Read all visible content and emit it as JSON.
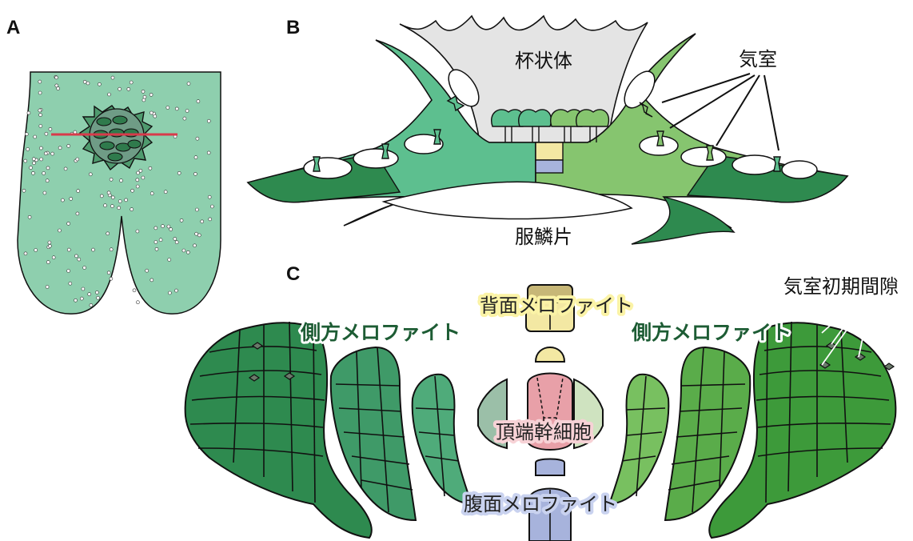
{
  "panels": {
    "a": "A",
    "b": "B",
    "c": "C"
  },
  "panel_b": {
    "cup_label": "杯状体",
    "air_chamber_label": "気室",
    "scale_label": "服鱗片"
  },
  "panel_c": {
    "lateral_left": "側方メロファイト",
    "lateral_right": "側方メロファイト",
    "dorsal": "背面メロファイト",
    "apical": "頂端幹細胞",
    "ventral": "腹面メロファイト",
    "initial_gap": "気室初期間隙"
  },
  "colors": {
    "thallus": "#8ecfae",
    "dark_green": "#2e8a4f",
    "mid_green": "#5dbf8f",
    "light_green": "#86c56f",
    "cup_gray": "#e4e4e4",
    "dorsal_yellow": "#f3e8a3",
    "apical_pink": "#e8a0a8",
    "ventral_blue": "#a7b3dc",
    "cut_line": "#d83a4a"
  }
}
